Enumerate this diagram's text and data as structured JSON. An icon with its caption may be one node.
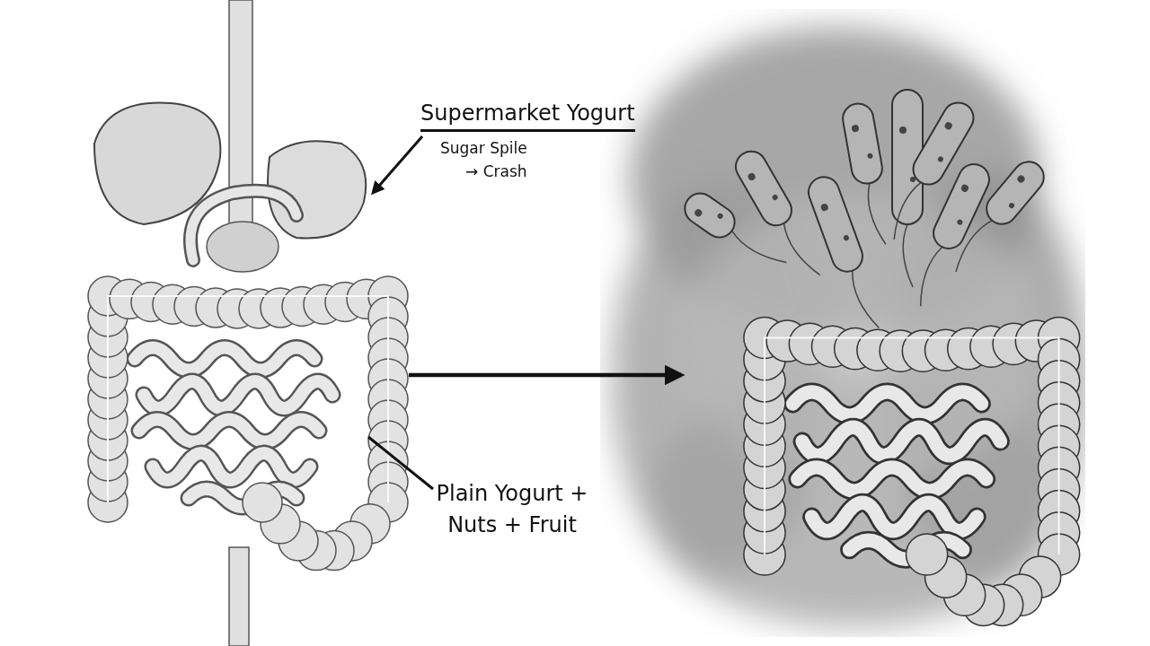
{
  "diagram": {
    "nodes": [
      {
        "text": [],
        "shape": "picture"
      },
      {
        "text": [],
        "shape": "picture"
      },
      {
        "text": [
          "Supermarket Yogurt",
          "Sugar Spile → Crash"
        ]
      },
      {
        "text": [
          "Plain Yogurt + Nuts + Fruit"
        ]
      }
    ],
    "edges": [
      {
        "from": 2,
        "to": 0,
        "arrow": "to"
      },
      {
        "from": 3,
        "to": 0,
        "arrow": "none"
      },
      {
        "from": 0,
        "to": 1,
        "arrow": "to"
      }
    ]
  }
}
